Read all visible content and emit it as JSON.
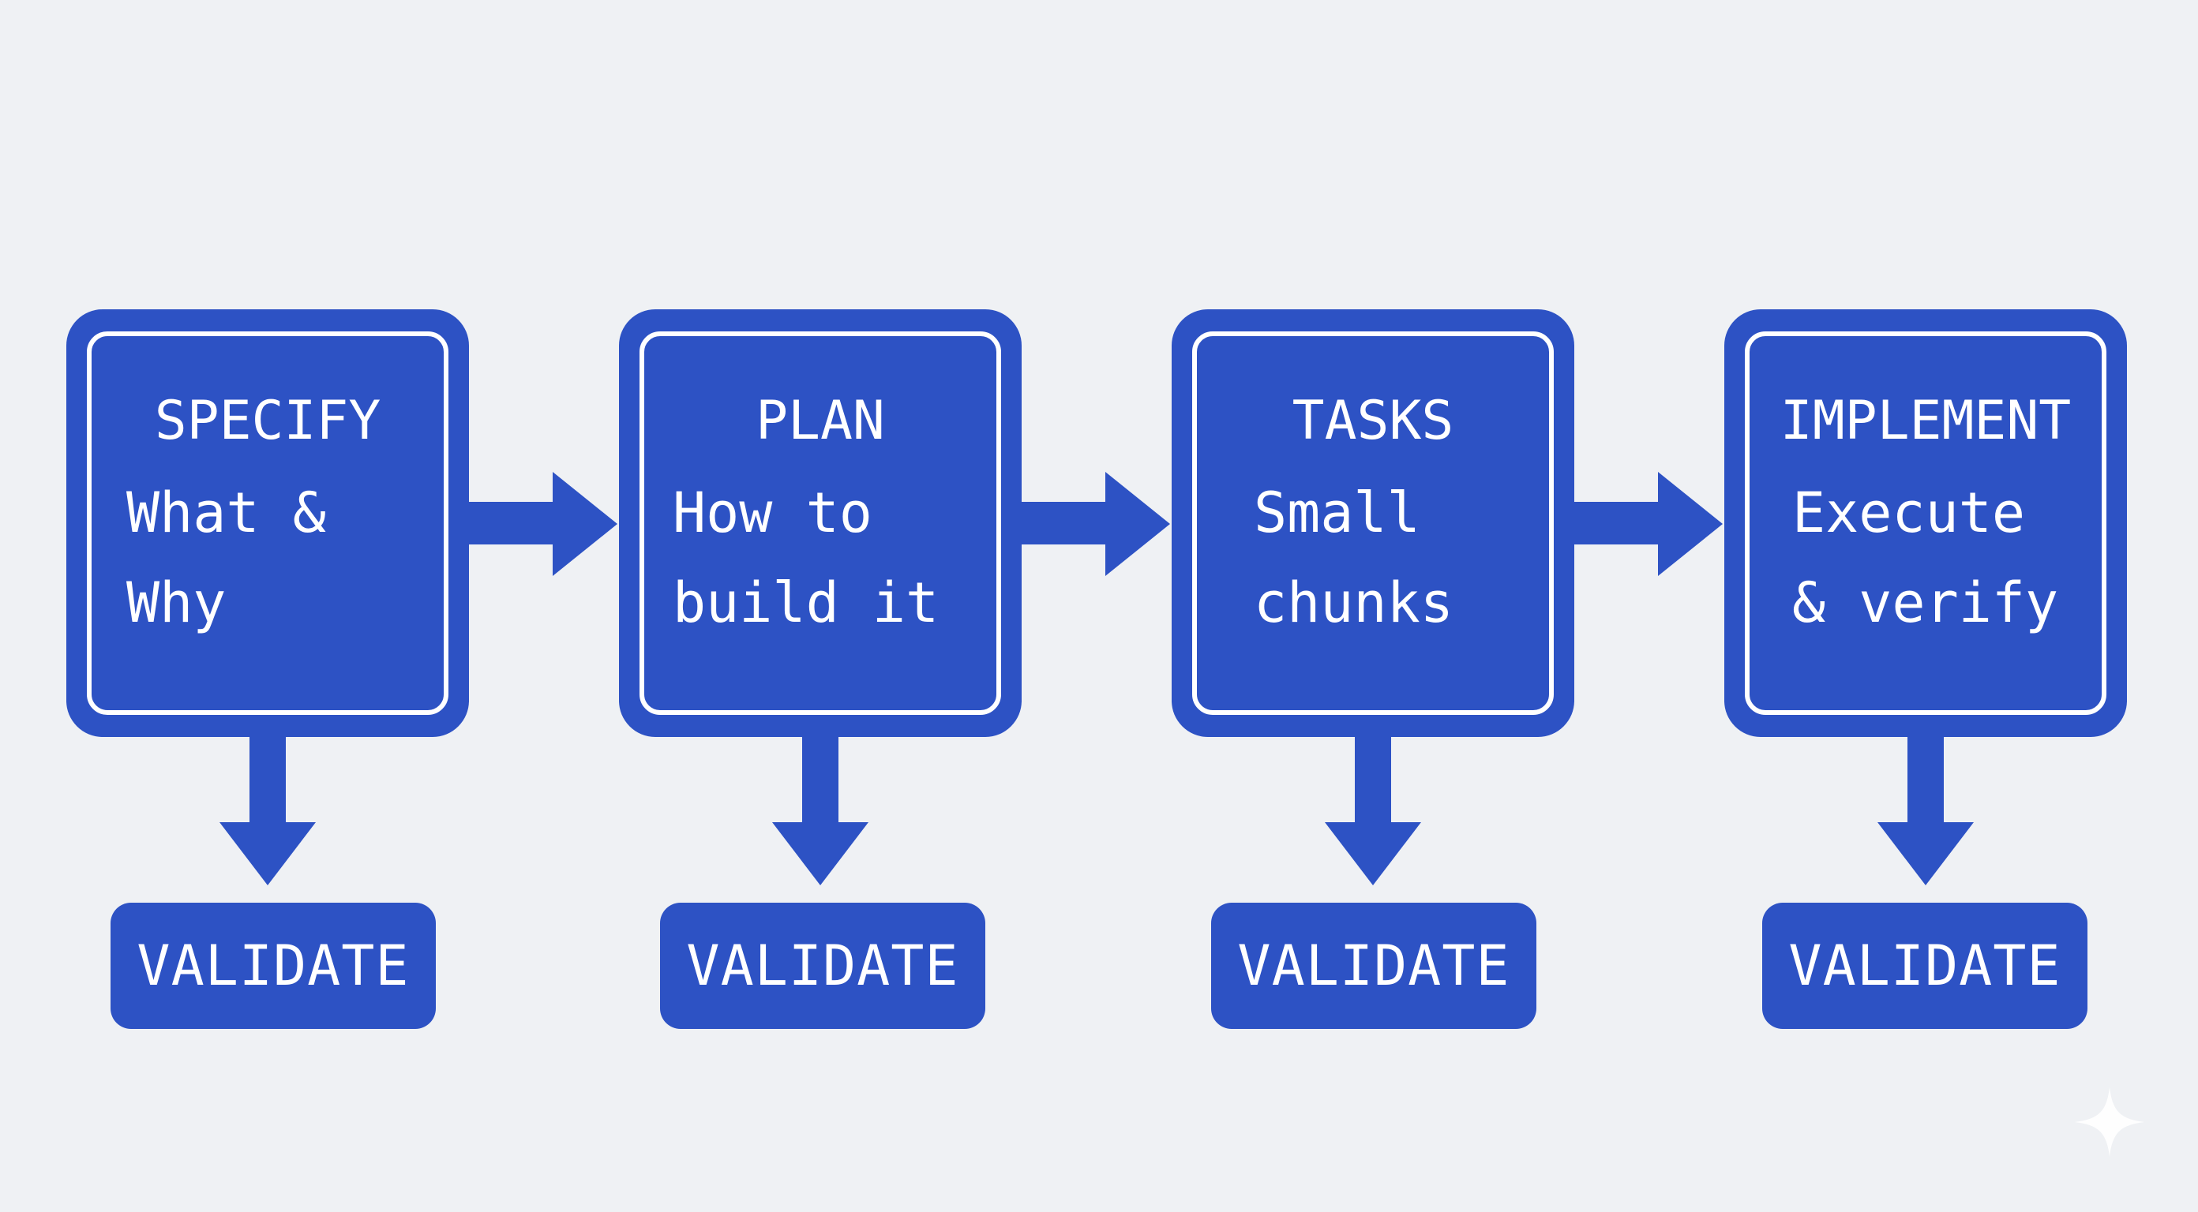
{
  "diagram": {
    "colors": {
      "background": "#eff1f4",
      "box_fill": "#2d52c4",
      "box_border": "#ffffff",
      "text": "#ffffff",
      "sparkle": "#ffffff"
    },
    "steps": [
      {
        "title": "SPECIFY",
        "desc": [
          "What &",
          "Why"
        ]
      },
      {
        "title": "PLAN",
        "desc": [
          "How to",
          "build it"
        ]
      },
      {
        "title": "TASKS",
        "desc": [
          "Small",
          "chunks"
        ]
      },
      {
        "title": "IMPLEMENT",
        "desc": [
          "Execute",
          "& verify"
        ]
      }
    ],
    "validate_label": "VALIDATE",
    "watermark_icon": "sparkle-icon"
  }
}
